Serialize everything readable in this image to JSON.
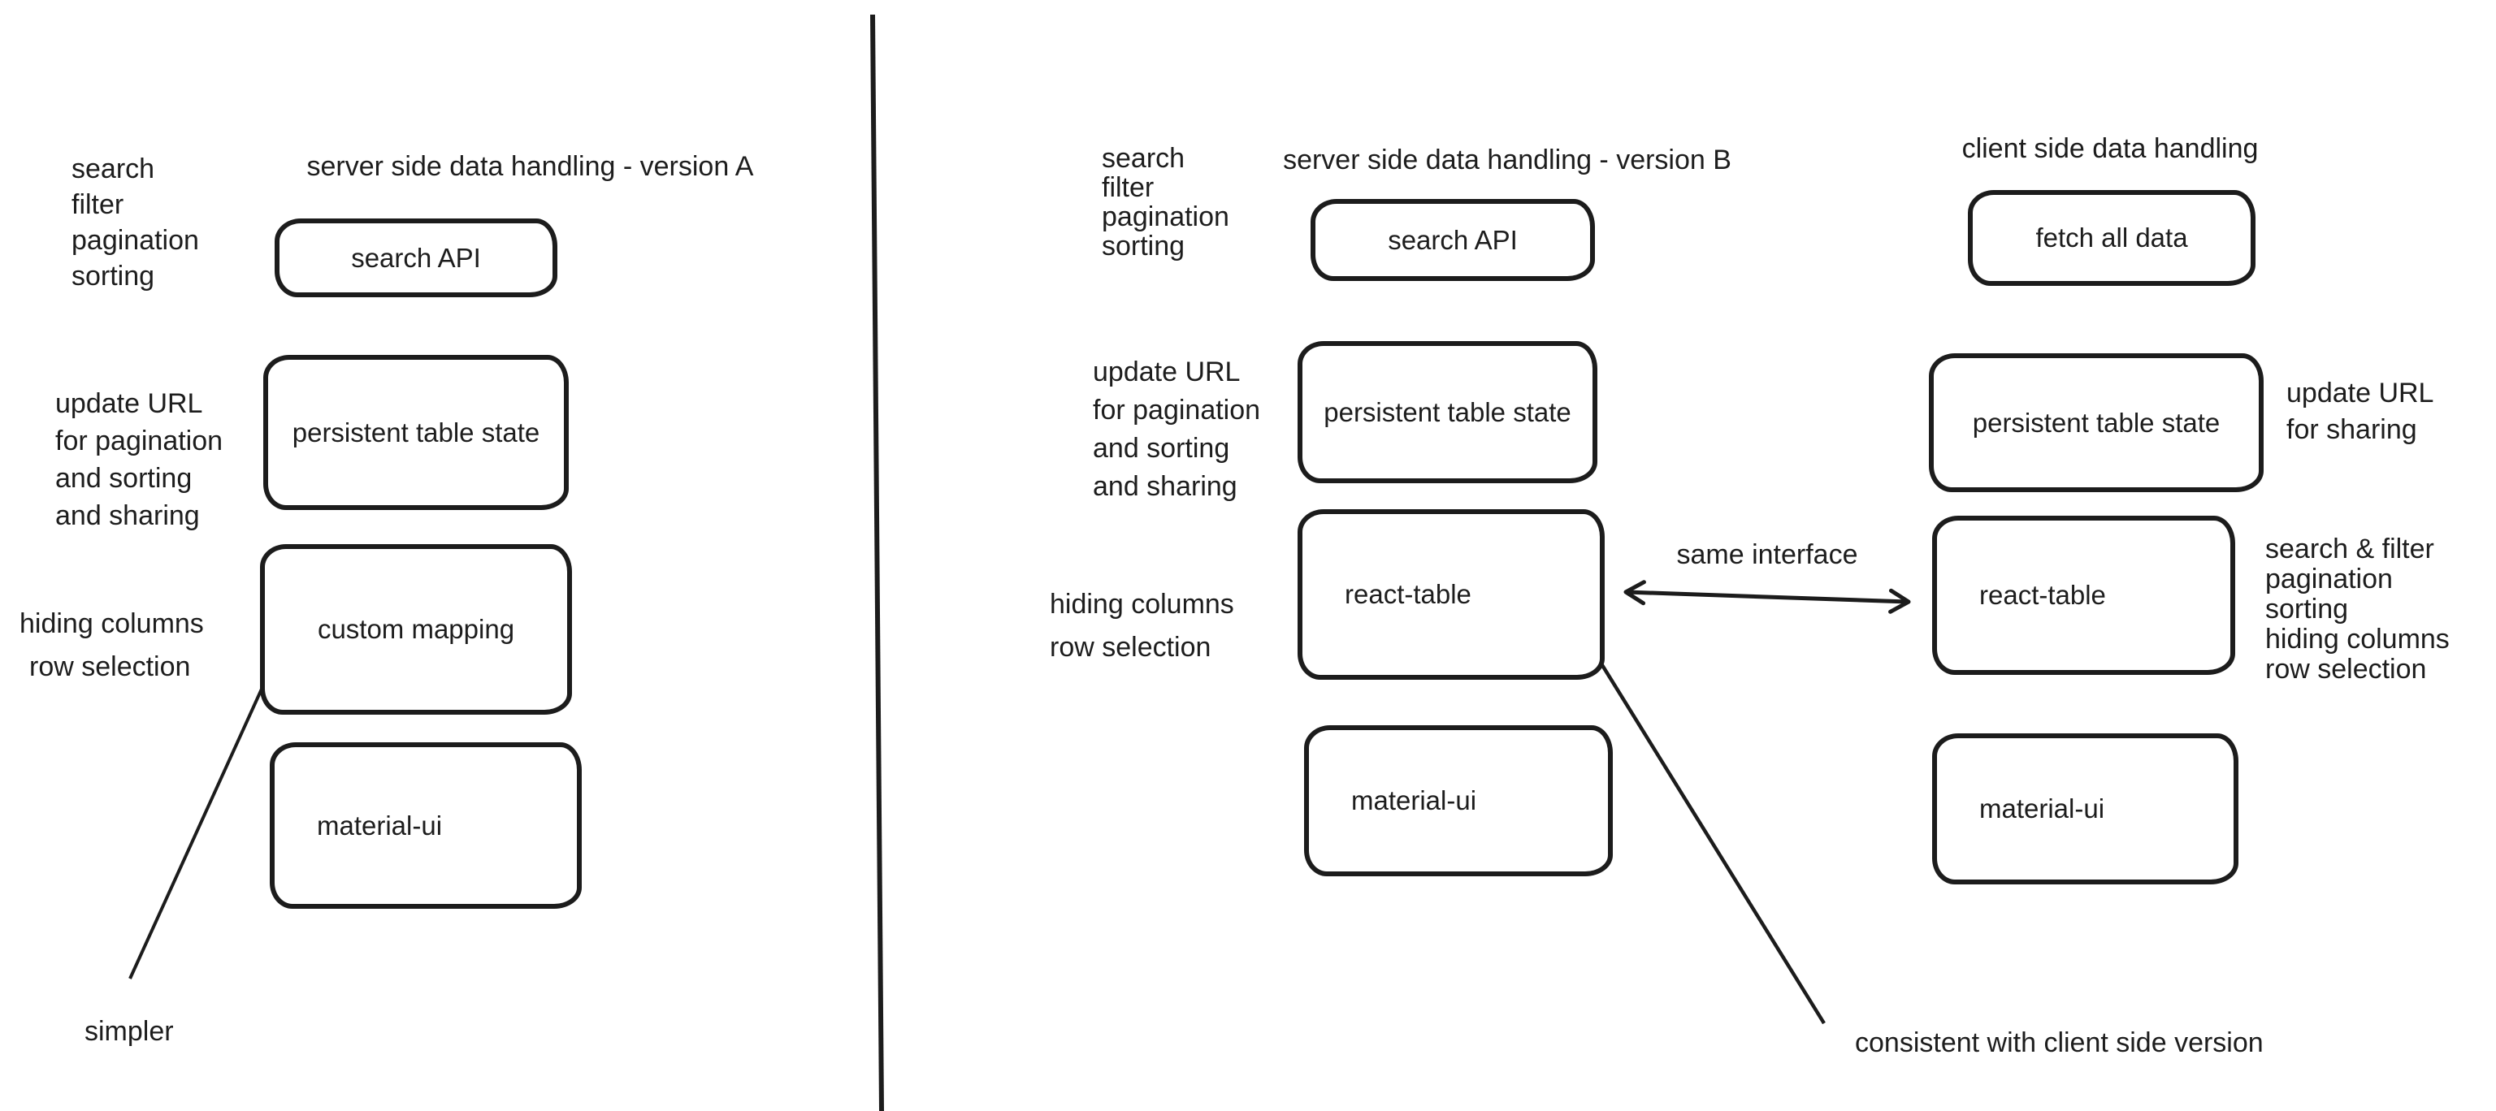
{
  "diagram": {
    "background": "#ffffff",
    "ink": "#1d1d1d",
    "stroke": "#1c1c1c"
  },
  "version_a": {
    "title": "server side data handling - version A",
    "features_label": "search\nfilter\npagination\nsorting",
    "url_label": "update URL\nfor pagination\nand sorting\nand sharing",
    "hiding_label": "hiding columns",
    "row_label": "row selection",
    "simpler_label": "simpler",
    "boxes": {
      "search_api": "search API",
      "persistent": "persistent table state",
      "custom_mapping": "custom mapping",
      "material_ui": "material-ui"
    }
  },
  "version_b": {
    "title": "server side data handling - version B",
    "features_label": "search\nfilter\npagination\nsorting",
    "url_label": "update URL\nfor pagination\nand sorting\nand sharing",
    "hiding_label": "hiding columns",
    "row_label": "row selection",
    "same_interface_label": "same interface",
    "consistent_label": "consistent with client side version",
    "boxes": {
      "search_api": "search API",
      "persistent": "persistent table state",
      "react_table": "react-table",
      "material_ui": "material-ui"
    }
  },
  "client_side": {
    "title": "client side data handling",
    "url_label": "update URL\nfor sharing",
    "features_label": "search & filter\npagination\nsorting\nhiding columns\nrow selection",
    "boxes": {
      "fetch_all": "fetch all data",
      "persistent": "persistent table state",
      "react_table": "react-table",
      "material_ui": "material-ui"
    }
  }
}
